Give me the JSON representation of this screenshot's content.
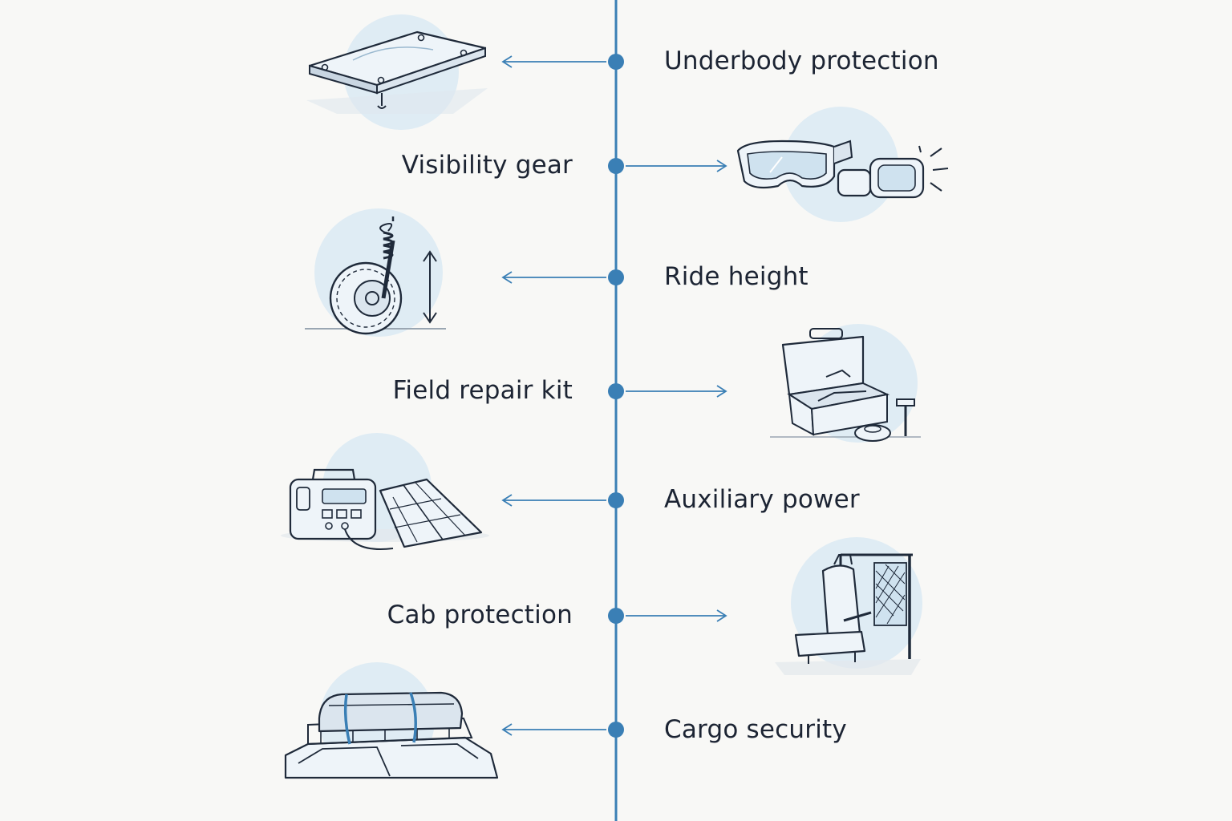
{
  "colors": {
    "background": "#f8f8f6",
    "timeline": "#3a7fb5",
    "node": "#3a7fb5",
    "icon_stroke": "#1f2a3a",
    "icon_halo": "#d8e9f4",
    "text": "#1c2433"
  },
  "items": [
    {
      "label": "Underbody protection",
      "side": "right",
      "icon": "skid-plate-icon"
    },
    {
      "label": "Visibility gear",
      "side": "left",
      "icon": "goggles-icon"
    },
    {
      "label": "Ride height",
      "side": "right",
      "icon": "suspension-wheel-icon"
    },
    {
      "label": "Field repair kit",
      "side": "left",
      "icon": "toolbox-icon"
    },
    {
      "label": "Auxiliary power",
      "side": "right",
      "icon": "power-station-solar-icon"
    },
    {
      "label": "Cab protection",
      "side": "left",
      "icon": "seat-net-icon"
    },
    {
      "label": "Cargo security",
      "side": "right",
      "icon": "roof-rack-cargo-icon"
    }
  ]
}
